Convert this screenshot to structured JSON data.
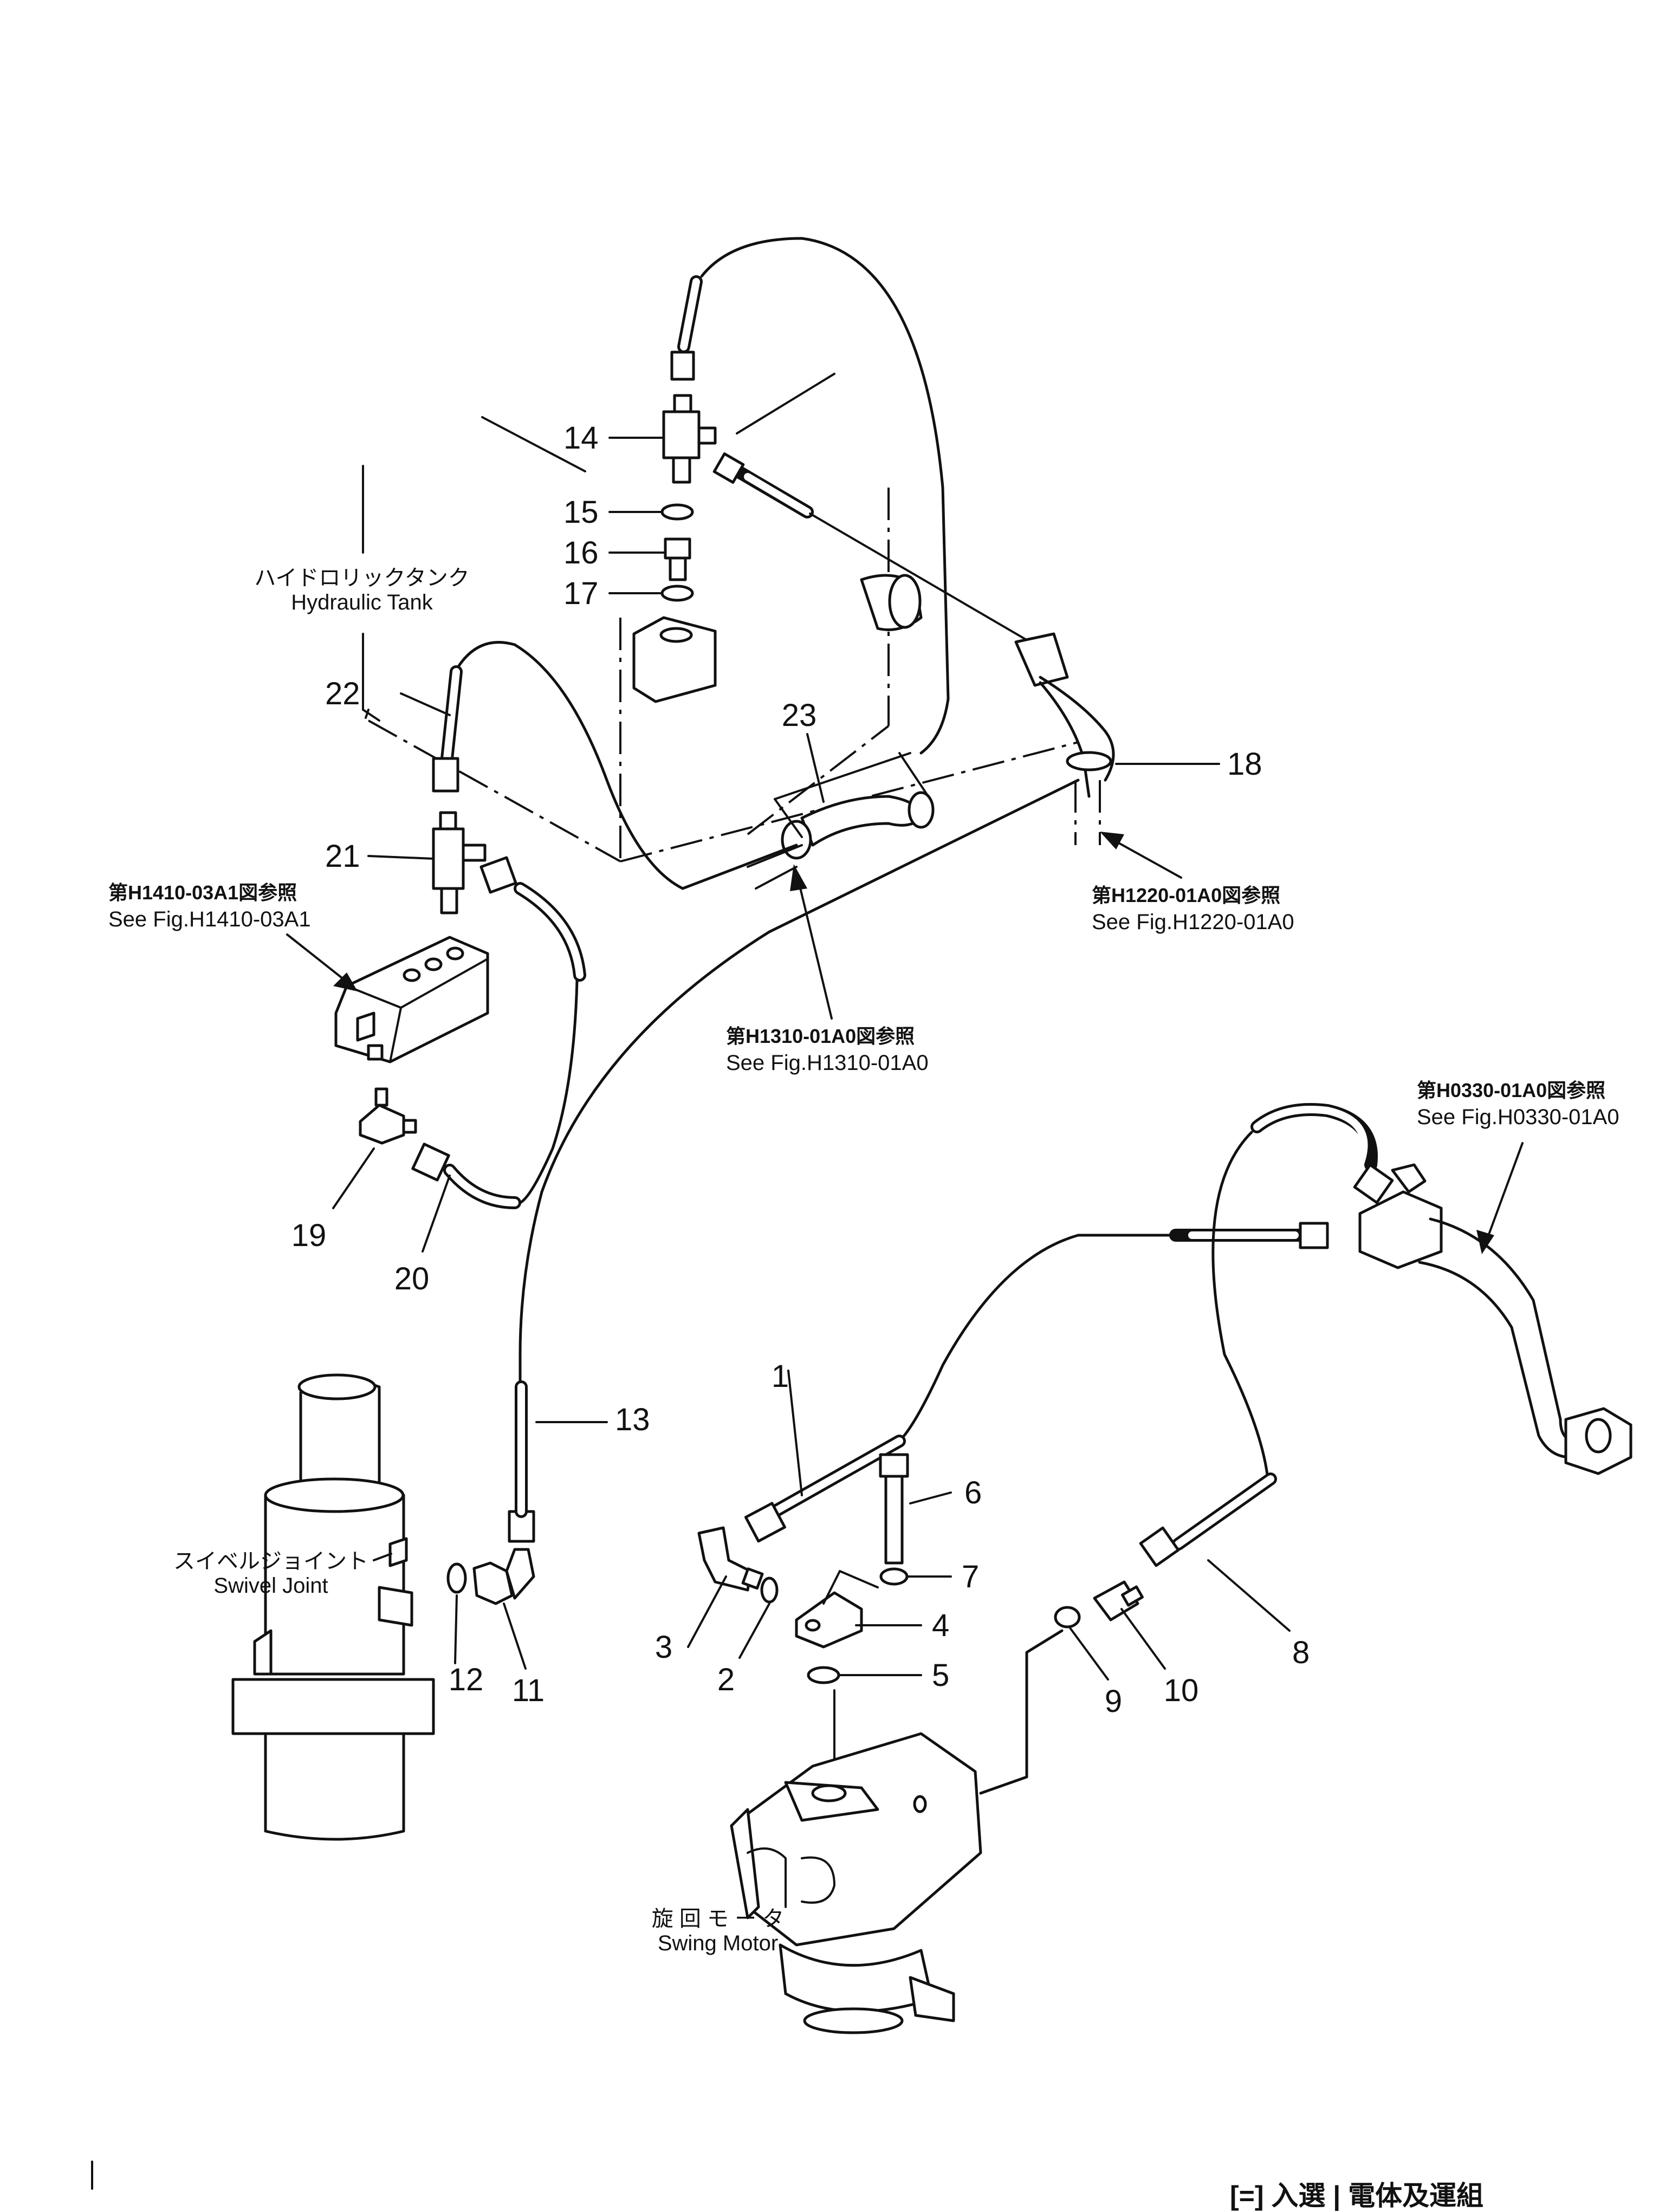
{
  "callouts": [
    "1",
    "2",
    "3",
    "4",
    "5",
    "6",
    "7",
    "8",
    "9",
    "10",
    "11",
    "12",
    "13",
    "14",
    "15",
    "16",
    "17",
    "18",
    "19",
    "20",
    "21",
    "22",
    "23"
  ],
  "labels": {
    "hydraulic_tank_jp": "ハイドロリックタンク",
    "hydraulic_tank_en": "Hydraulic  Tank",
    "swivel_joint_jp": "スイベルジョイント",
    "swivel_joint_en": "Swivel  Joint",
    "swing_motor_jp": "旋 回 モ ー タ",
    "swing_motor_en": "Swing  Motor"
  },
  "references": {
    "h1410_jp": "第H1410-03A1図参照",
    "h1410_en": "See Fig.H1410-03A1",
    "h1220_jp": "第H1220-01A0図参照",
    "h1220_en": "See Fig.H1220-01A0",
    "h1310_jp": "第H1310-01A0図参照",
    "h1310_en": "See Fig.H1310-01A0",
    "h0330_jp": "第H0330-01A0図参照",
    "h0330_en": "See Fig.H0330-01A0"
  },
  "footer_text": "[=]  入選 | 電体及運組"
}
